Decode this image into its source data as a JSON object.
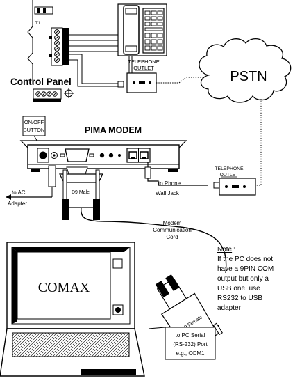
{
  "control_panel": {
    "label": "Control Panel",
    "terminal_id": "T1"
  },
  "telephone_outlet_top": {
    "line1": "TELEPHONE",
    "line2": "OUTLET"
  },
  "pstn": {
    "label": "PSTN"
  },
  "on_off_button": {
    "line1": "ON/OFF",
    "line2": "BUTTON"
  },
  "pima_modem": {
    "label": "PIMA MODEM"
  },
  "telephone_outlet_right": {
    "line1": "TELEPHONE",
    "line2": "OUTLET"
  },
  "to_phone": {
    "line1": "to Phone",
    "line2": "Wall Jack"
  },
  "to_ac": {
    "line1": "to AC",
    "line2": "Adapter"
  },
  "d9_male": {
    "label": "D9 Male"
  },
  "modem_cord": {
    "line1": "Modem",
    "line2": "Communication",
    "line3": "Cord"
  },
  "note": {
    "title": "Note",
    "colon": ":",
    "lines": [
      "If the PC does not",
      "have a 9PIN COM",
      "output but only a",
      "USB one, use",
      "RS232 to USB",
      "adapter"
    ]
  },
  "computer": {
    "screen_label": "COMAX"
  },
  "d9_female": {
    "label": "D9 Female"
  },
  "pc_port_box": {
    "line1": "to PC Serial",
    "line2": "(RS-232) Port",
    "line3": "e.g., COM1"
  }
}
